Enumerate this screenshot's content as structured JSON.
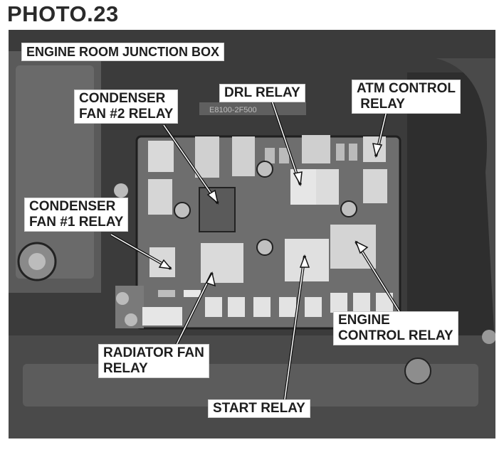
{
  "photo_heading": "PHOTO.23",
  "labels": {
    "junction_box": "ENGINE ROOM JUNCTION BOX",
    "condenser_fan2": "CONDENSER\nFAN #2 RELAY",
    "drl": "DRL RELAY",
    "atm_control": "ATM CONTROL\n RELAY",
    "condenser_fan1": "CONDENSER\nFAN #1 RELAY",
    "engine_control": "ENGINE\nCONTROL RELAY",
    "radiator_fan": "RADIATOR FAN\nRELAY",
    "start": "START RELAY"
  }
}
